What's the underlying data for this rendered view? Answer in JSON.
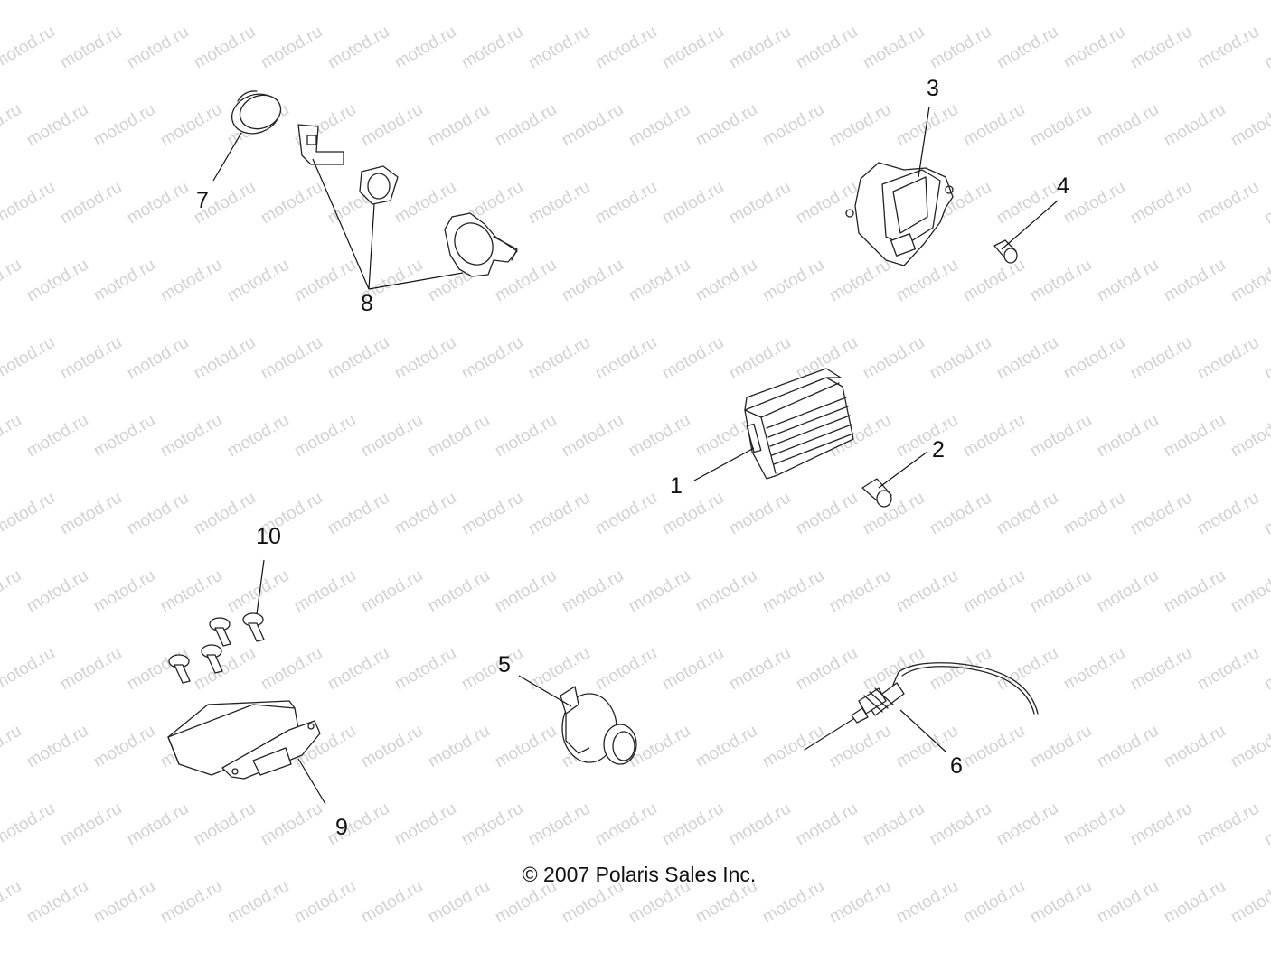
{
  "diagram": {
    "watermark_text": "motod.ru",
    "copyright": "© 2007 Polaris Sales Inc.",
    "callouts": [
      {
        "id": "1",
        "label": "1"
      },
      {
        "id": "2",
        "label": "2"
      },
      {
        "id": "3",
        "label": "3"
      },
      {
        "id": "4",
        "label": "4"
      },
      {
        "id": "5",
        "label": "5"
      },
      {
        "id": "6",
        "label": "6"
      },
      {
        "id": "7",
        "label": "7"
      },
      {
        "id": "8",
        "label": "8"
      },
      {
        "id": "9",
        "label": "9"
      },
      {
        "id": "10",
        "label": "10"
      }
    ]
  }
}
